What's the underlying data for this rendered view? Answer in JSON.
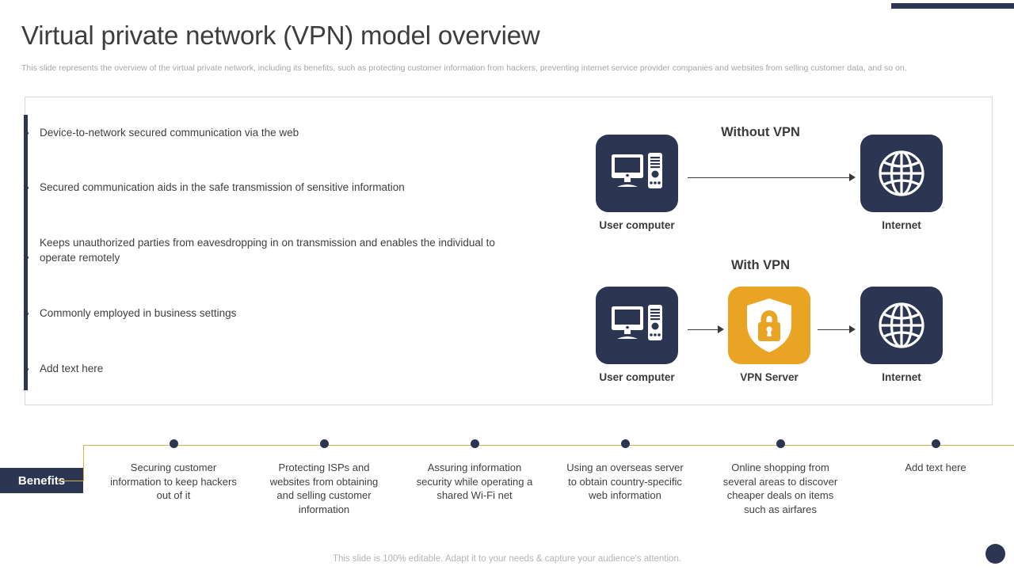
{
  "slide": {
    "title": "Virtual private network (VPN) model overview",
    "subtitle": "This slide represents the overview of the virtual private network, including its benefits, such as protecting customer information from hackers, preventing internet service provider companies and websites from selling customer data, and so on.",
    "footer": "This slide is 100% editable. Adapt it to your needs & capture your audience's attention."
  },
  "colors": {
    "navy": "#2c3551",
    "gold": "#e9a423",
    "timeline_line": "#d6b24c",
    "body_text": "#3f3f3f",
    "muted_text": "#a6a6a6"
  },
  "bullets": [
    {
      "text": "Device-to-network secured communication via the web"
    },
    {
      "text": "Secured communication aids in the safe transmission of sensitive information"
    },
    {
      "text": "Keeps unauthorized parties from eavesdropping in on transmission and enables the individual to operate remotely"
    },
    {
      "text": "Commonly employed in business settings"
    },
    {
      "text": "Add text here"
    }
  ],
  "diagram": {
    "without_vpn_label": "Without VPN",
    "with_vpn_label": "With VPN",
    "nodes": {
      "pc1": {
        "caption": "User computer",
        "icon": "desktop-computer-icon"
      },
      "web1": {
        "caption": "Internet",
        "icon": "globe-icon"
      },
      "pc2": {
        "caption": "User computer",
        "icon": "desktop-computer-icon"
      },
      "vpn": {
        "caption": "VPN Server",
        "icon": "shield-lock-icon"
      },
      "web2": {
        "caption": "Internet",
        "icon": "globe-icon"
      }
    }
  },
  "benefits": {
    "label": "Benefits",
    "items": [
      {
        "text": "Securing customer information to keep hackers out of it"
      },
      {
        "text": "Protecting ISPs and websites from obtaining and selling customer information"
      },
      {
        "text": "Assuring information security while operating a shared Wi-Fi net"
      },
      {
        "text": "Using an overseas server to obtain country-specific web information"
      },
      {
        "text": "Online shopping from several areas to discover cheaper deals on items such as airfares"
      },
      {
        "text": "Add text here"
      }
    ]
  }
}
